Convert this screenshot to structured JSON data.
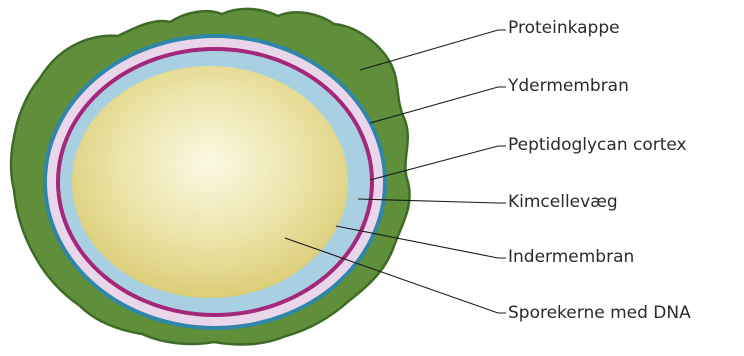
{
  "labels": {
    "protein_coat": "Proteinkappe",
    "outer_membrane": "Ydermembran",
    "peptidoglycan_cortex": "Peptidoglycan cortex",
    "germ_cell_wall": "Kimcellevæg",
    "inner_membrane": "Indermembran",
    "spore_core": "Sporekerne med DNA"
  },
  "colors": {
    "protein_coat": "#5f8f3a",
    "outer_membrane": "#2f86a8",
    "peptidoglycan_cortex": "#ead6ea",
    "germ_cell_wall": "#a3287a",
    "inner_membrane": "#a9d0e0",
    "spore_core": "#e6dc8a"
  }
}
